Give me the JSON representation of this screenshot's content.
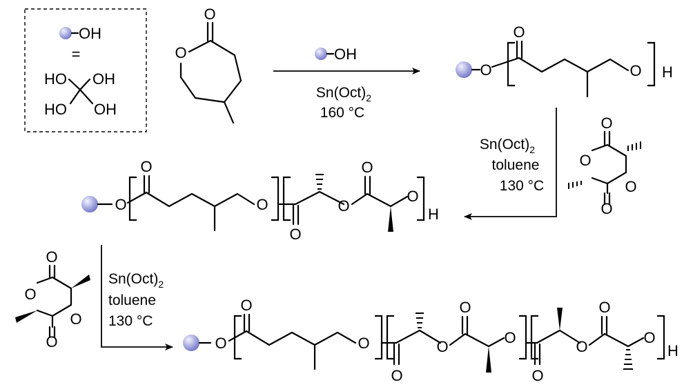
{
  "colors": {
    "bead_fill": "#6b6fc4",
    "bead_highlight": "#f1f2ff",
    "ink": "#000000"
  },
  "legend": {
    "bead_group": "OH",
    "equals": "=",
    "hydroxyl": "OH",
    "hydroxyl_left": "HO"
  },
  "atoms": {
    "o": "O",
    "h": "H",
    "oh": "OH"
  },
  "step1": {
    "reagent_group": "OH",
    "catalyst": "Sn(Oct)",
    "catalyst_sub": "2",
    "temperature": "160 °C"
  },
  "step2": {
    "catalyst": "Sn(Oct)",
    "catalyst_sub": "2",
    "solvent": "toluene",
    "temperature": "130 °C"
  },
  "step3": {
    "catalyst": "Sn(Oct)",
    "catalyst_sub": "2",
    "solvent": "toluene",
    "temperature": "130 °C"
  }
}
